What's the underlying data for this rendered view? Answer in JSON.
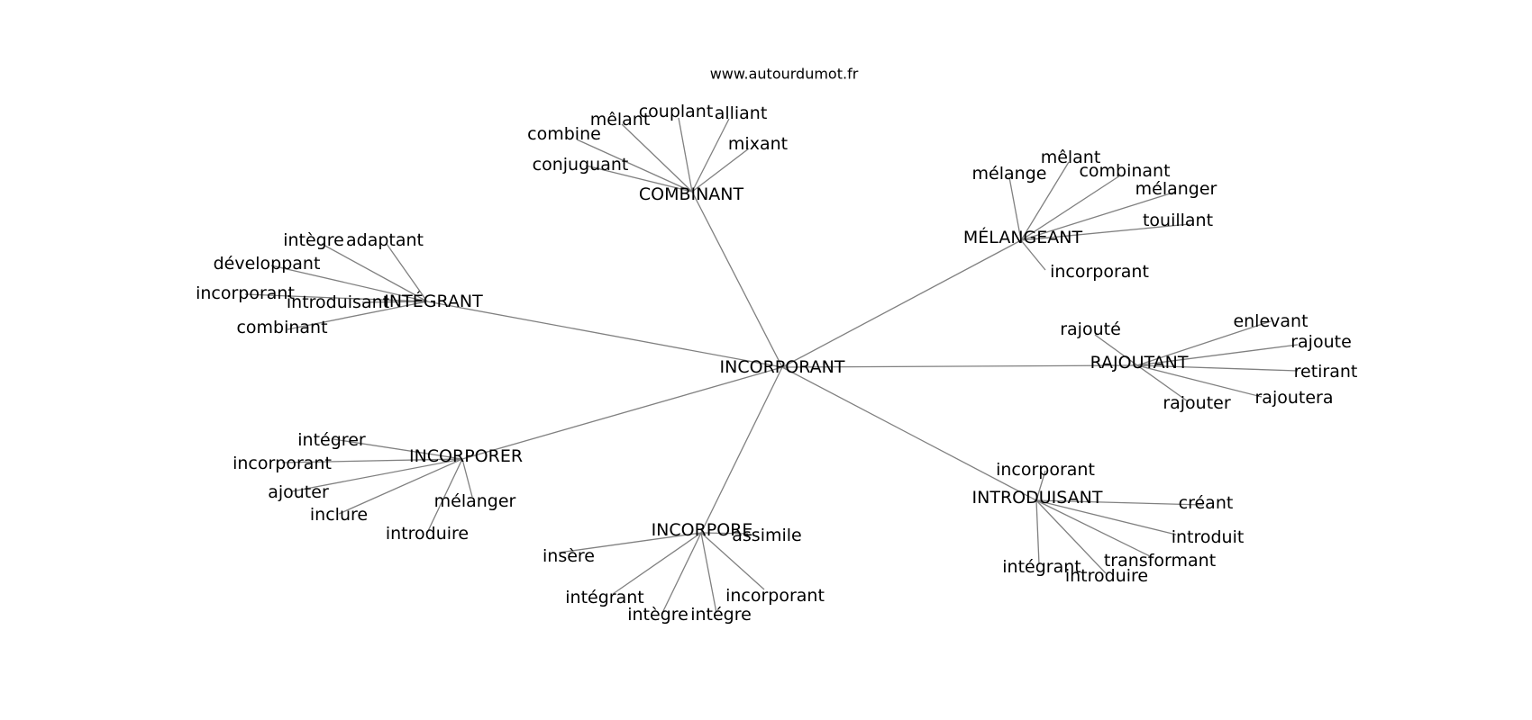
{
  "watermark": "www.autourdumot.fr",
  "center": "INCORPORANT",
  "clusters": [
    {
      "label": "COMBINANT",
      "words": [
        "combine",
        "mêlant",
        "couplant",
        "alliant",
        "mixant",
        "conjuguant"
      ]
    },
    {
      "label": "MÉLANGEANT",
      "words": [
        "mélange",
        "mêlant",
        "combinant",
        "mélanger",
        "touillant",
        "incorporant"
      ]
    },
    {
      "label": "INTÉGRANT",
      "words": [
        "intègre",
        "adaptant",
        "développant",
        "incorporant",
        "introduisant",
        "combinant"
      ]
    },
    {
      "label": "RAJOUTANT",
      "words": [
        "rajouté",
        "enlevant",
        "rajoute",
        "retirant",
        "rajoutera",
        "rajouter"
      ]
    },
    {
      "label": "INCORPORER",
      "words": [
        "intégrer",
        "incorporant",
        "ajouter",
        "inclure",
        "mélanger",
        "introduire"
      ]
    },
    {
      "label": "INTRODUISANT",
      "words": [
        "incorporant",
        "créant",
        "introduit",
        "transformant",
        "introduire",
        "intégrant"
      ]
    },
    {
      "label": "INCORPORE",
      "words": [
        "assimile",
        "insère",
        "intégrant",
        "intègre",
        "intégre",
        "incorporant"
      ]
    }
  ]
}
